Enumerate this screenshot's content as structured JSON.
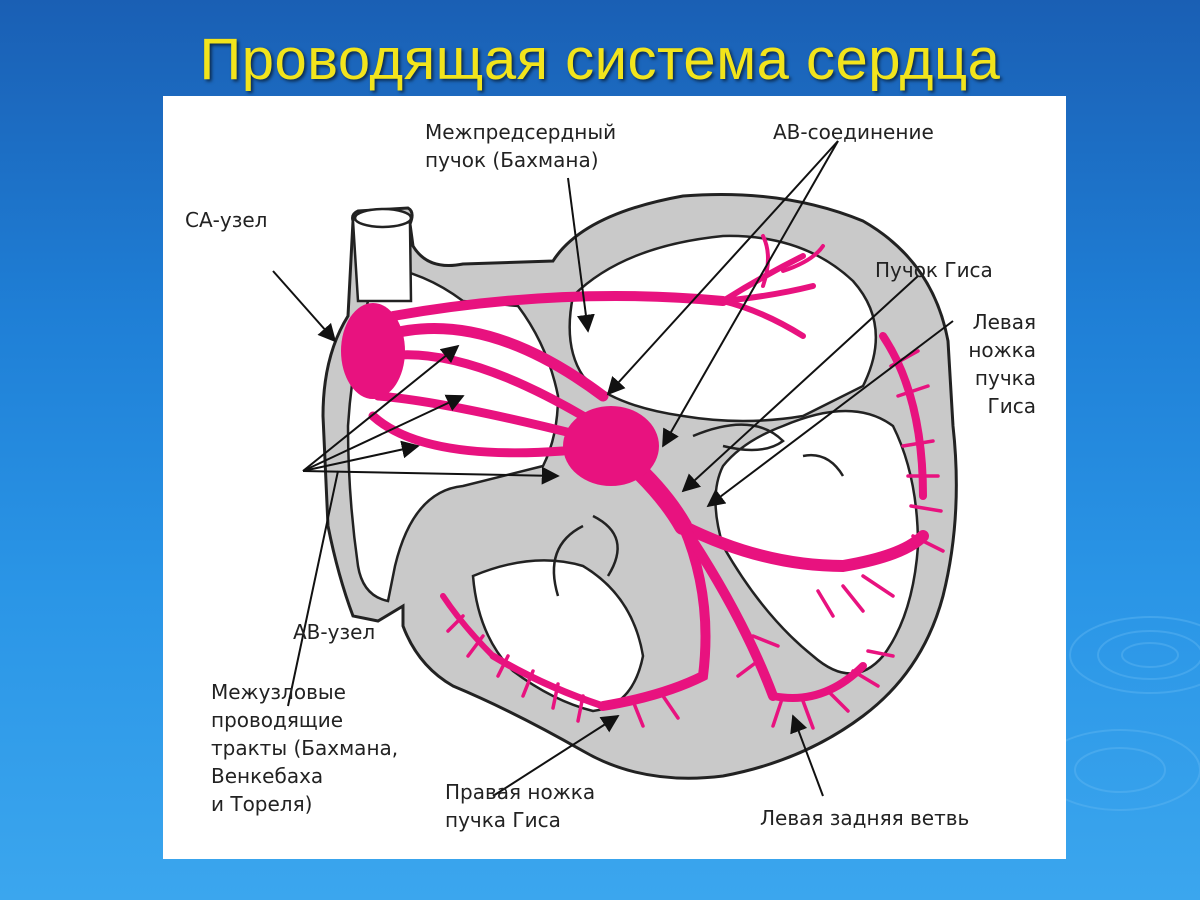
{
  "slide": {
    "title": "Проводящая система сердца"
  },
  "colors": {
    "background": "#1f7fd6",
    "title": "#f2e41c",
    "conduction": "#e8127f",
    "myocardium": "#c9c9c9",
    "outline": "#222222",
    "panel": "#ffffff"
  },
  "labels": {
    "sa_node": "СА-узел",
    "bachmann_line1": "Межпредсердный",
    "bachmann_line2": "пучок (Бахмана)",
    "av_junction": "АВ-соединение",
    "his_bundle": "Пучок Гиса",
    "left_bundle_line1": "Левая",
    "left_bundle_line2": "ножка",
    "left_bundle_line3": "пучка",
    "left_bundle_line4": "Гиса",
    "av_node": "АВ-узел",
    "internodal_line1": "Межузловые",
    "internodal_line2": "проводящие",
    "internodal_line3": "тракты (Бахмана,",
    "internodal_line4": "Венкебаха",
    "internodal_line5": "и Тореля)",
    "right_bundle_line1": "Правая ножка",
    "right_bundle_line2": "пучка Гиса",
    "left_posterior": "Левая задняя ветвь"
  }
}
